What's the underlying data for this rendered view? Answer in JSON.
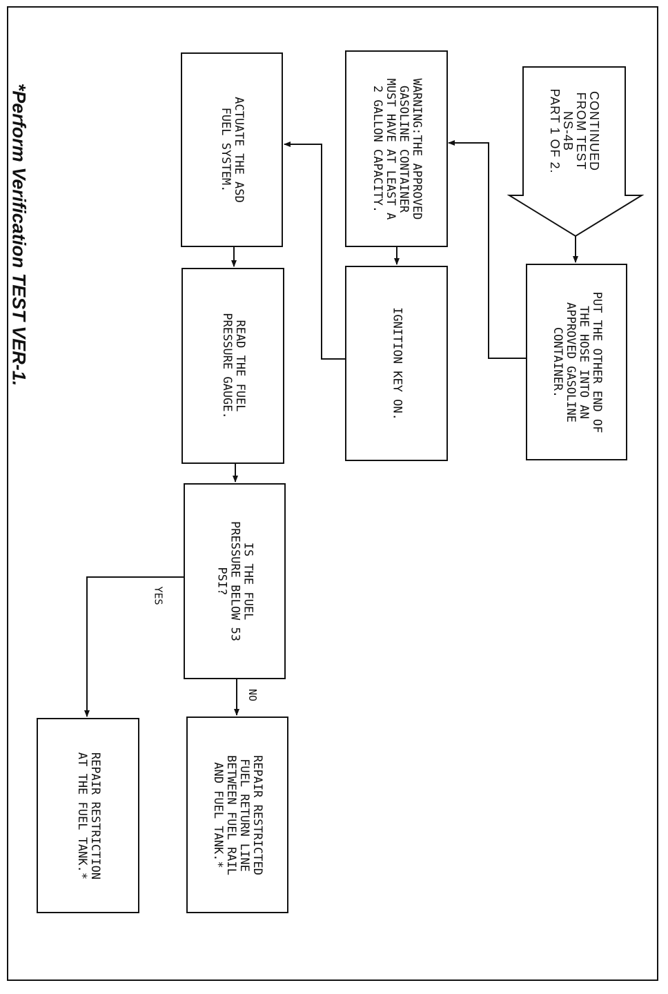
{
  "diagram": {
    "side_note": "*Perform Verification TEST VER-1.",
    "start": "CONTINUED\nFROM TEST\nNS-4B\nPART 1 OF 2.",
    "steps": {
      "put_hose": "PUT THE OTHER END OF\nTHE HOSE INTO AN\nAPPROVED GASOLINE\nCONTAINER.",
      "warning": "WARNING:THE APPROVED\nGASOLINE CONTAINER\nMUST HAVE AT LEAST A\n2 GALLON CAPACITY.",
      "ignition": "IGNITION KEY ON.",
      "actuate": "ACTUATE THE ASD\nFUEL SYSTEM.",
      "read_gauge": "READ THE FUEL\nPRESSURE GAUGE.",
      "question": "IS THE FUEL\nPRESSURE BELOW 53\nPSI?",
      "repair_return": "REPAIR RESTRICTED\nFUEL RETURN LINE\nBETWEEN FUEL RAIL\nAND FUEL TANK.*",
      "repair_tank": "REPAIR RESTRICTION\nAT THE FUEL TANK.*"
    },
    "branch_labels": {
      "yes": "YES",
      "no": "NO"
    }
  }
}
